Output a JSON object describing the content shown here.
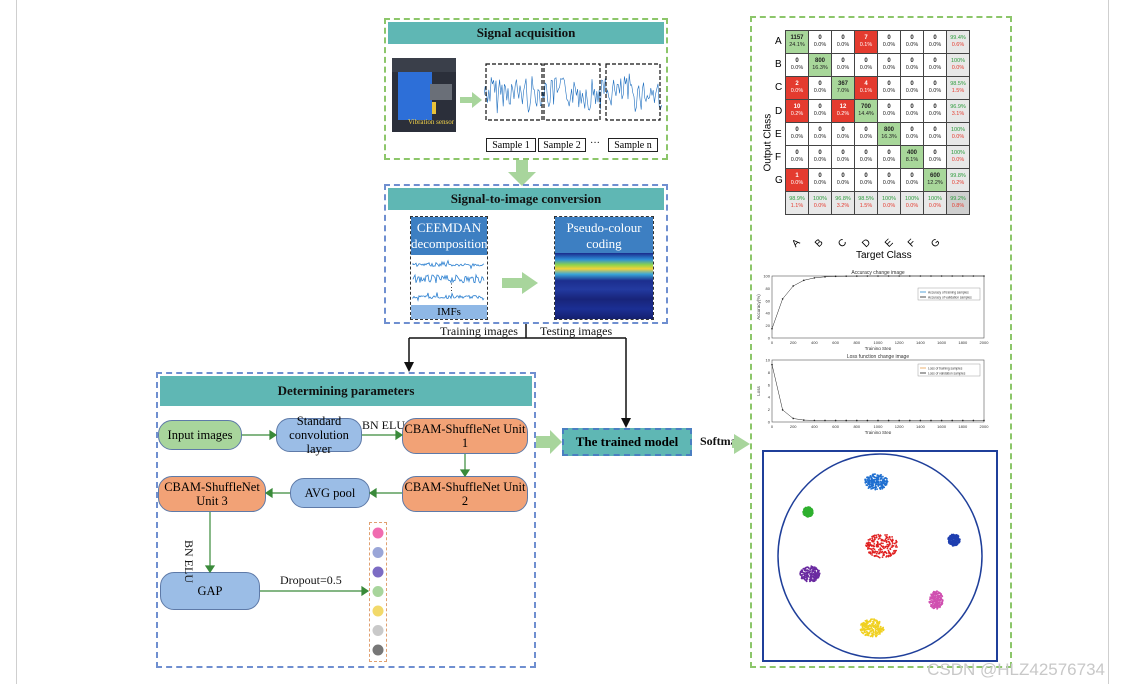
{
  "signal": {
    "title": "Signal acquisition",
    "sensor_label": "Vibration sensor",
    "samples": [
      "Sample 1",
      "Sample 2",
      "···",
      "Sample n"
    ]
  },
  "conversion": {
    "title": "Signal-to-image conversion",
    "left_hdr": "CEEMDAN decomposition",
    "right_hdr": "Pseudo-colour coding",
    "imfs": "IMFs",
    "dots": "⋮"
  },
  "training_label": "Training images",
  "testing_label": "Testing images",
  "params": {
    "title": "Determining parameters",
    "input": "Input images",
    "conv": "Standard convolution layer",
    "bn1": "BN ELU",
    "unit1": "CBAM-ShuffleNet Unit 1",
    "unit2": "CBAM-ShuffleNet Unit 2",
    "avg": "AVG pool",
    "unit3": "CBAM-ShuffleNet Unit 3",
    "bn2": "BN ELU",
    "gap": "GAP",
    "dropout": "Dropout=0.5"
  },
  "trained": "The trained model",
  "softmax": "Softmax",
  "confusion": {
    "ylabel": "Output Class",
    "xlabel": "Target Class",
    "classes": [
      "A",
      "B",
      "C",
      "D",
      "E",
      "F",
      "G"
    ],
    "rows": [
      [
        [
          "1157",
          "24.1%"
        ],
        [
          "0",
          "0.0%"
        ],
        [
          "0",
          "0.0%"
        ],
        [
          "7",
          "0.1%"
        ],
        [
          "0",
          "0.0%"
        ],
        [
          "0",
          "0.0%"
        ],
        [
          "0",
          "0.0%"
        ],
        [
          "99.4%",
          "0.6%"
        ]
      ],
      [
        [
          "0",
          "0.0%"
        ],
        [
          "800",
          "16.3%"
        ],
        [
          "0",
          "0.0%"
        ],
        [
          "0",
          "0.0%"
        ],
        [
          "0",
          "0.0%"
        ],
        [
          "0",
          "0.0%"
        ],
        [
          "0",
          "0.0%"
        ],
        [
          "100%",
          "0.0%"
        ]
      ],
      [
        [
          "2",
          "0.0%"
        ],
        [
          "0",
          "0.0%"
        ],
        [
          "367",
          "7.0%"
        ],
        [
          "4",
          "0.1%"
        ],
        [
          "0",
          "0.0%"
        ],
        [
          "0",
          "0.0%"
        ],
        [
          "0",
          "0.0%"
        ],
        [
          "98.5%",
          "1.5%"
        ]
      ],
      [
        [
          "10",
          "0.2%"
        ],
        [
          "0",
          "0.0%"
        ],
        [
          "12",
          "0.2%"
        ],
        [
          "700",
          "14.4%"
        ],
        [
          "0",
          "0.0%"
        ],
        [
          "0",
          "0.0%"
        ],
        [
          "0",
          "0.0%"
        ],
        [
          "96.9%",
          "3.1%"
        ]
      ],
      [
        [
          "0",
          "0.0%"
        ],
        [
          "0",
          "0.0%"
        ],
        [
          "0",
          "0.0%"
        ],
        [
          "0",
          "0.0%"
        ],
        [
          "800",
          "16.3%"
        ],
        [
          "0",
          "0.0%"
        ],
        [
          "0",
          "0.0%"
        ],
        [
          "100%",
          "0.0%"
        ]
      ],
      [
        [
          "0",
          "0.0%"
        ],
        [
          "0",
          "0.0%"
        ],
        [
          "0",
          "0.0%"
        ],
        [
          "0",
          "0.0%"
        ],
        [
          "0",
          "0.0%"
        ],
        [
          "400",
          "8.1%"
        ],
        [
          "0",
          "0.0%"
        ],
        [
          "100%",
          "0.0%"
        ]
      ],
      [
        [
          "1",
          "0.0%"
        ],
        [
          "0",
          "0.0%"
        ],
        [
          "0",
          "0.0%"
        ],
        [
          "0",
          "0.0%"
        ],
        [
          "0",
          "0.0%"
        ],
        [
          "0",
          "0.0%"
        ],
        [
          "600",
          "12.2%"
        ],
        [
          "99.8%",
          "0.2%"
        ]
      ]
    ],
    "summary": [
      [
        "98.9%",
        "1.1%"
      ],
      [
        "100%",
        "0.0%"
      ],
      [
        "96.8%",
        "3.2%"
      ],
      [
        "98.5%",
        "1.5%"
      ],
      [
        "100%",
        "0.0%"
      ],
      [
        "100%",
        "0.0%"
      ],
      [
        "100%",
        "0.0%"
      ],
      [
        "99.2%",
        "0.8%"
      ]
    ]
  },
  "acc_chart": {
    "title": "Accuracy change image",
    "xlabel": "Training Step",
    "ylabel": "Accuracy(%)",
    "xticks": [
      "0",
      "200",
      "400",
      "600",
      "800",
      "1000",
      "1200",
      "1400",
      "1600",
      "1800",
      "2000"
    ],
    "yticks": [
      "0",
      "20",
      "40",
      "60",
      "80",
      "100"
    ],
    "legend": [
      "Accuracy of training samples",
      "Accuracy of validation samples"
    ]
  },
  "loss_chart": {
    "title": "Loss function change image",
    "xlabel": "Training Step",
    "ylabel": "Loss",
    "xticks": [
      "0",
      "200",
      "400",
      "600",
      "800",
      "1000",
      "1200",
      "1400",
      "1600",
      "1800",
      "2000"
    ],
    "yticks": [
      "0",
      "2",
      "4",
      "6",
      "8",
      "10"
    ],
    "legend": [
      "Loss of training samples",
      "Loss of validation samples"
    ]
  },
  "colors": {
    "green_border": "#8cc66a",
    "blue_border": "#6f8fd0",
    "teal": "#5fb7b4",
    "signal_blue": "#1f6fbf",
    "dots": [
      "#f06cb0",
      "#9aa6d8",
      "#7c6cc4",
      "#a8d59c",
      "#f2d96a",
      "#c9c9c9",
      "#777777"
    ]
  },
  "watermark": "CSDN @HLZ42576734"
}
